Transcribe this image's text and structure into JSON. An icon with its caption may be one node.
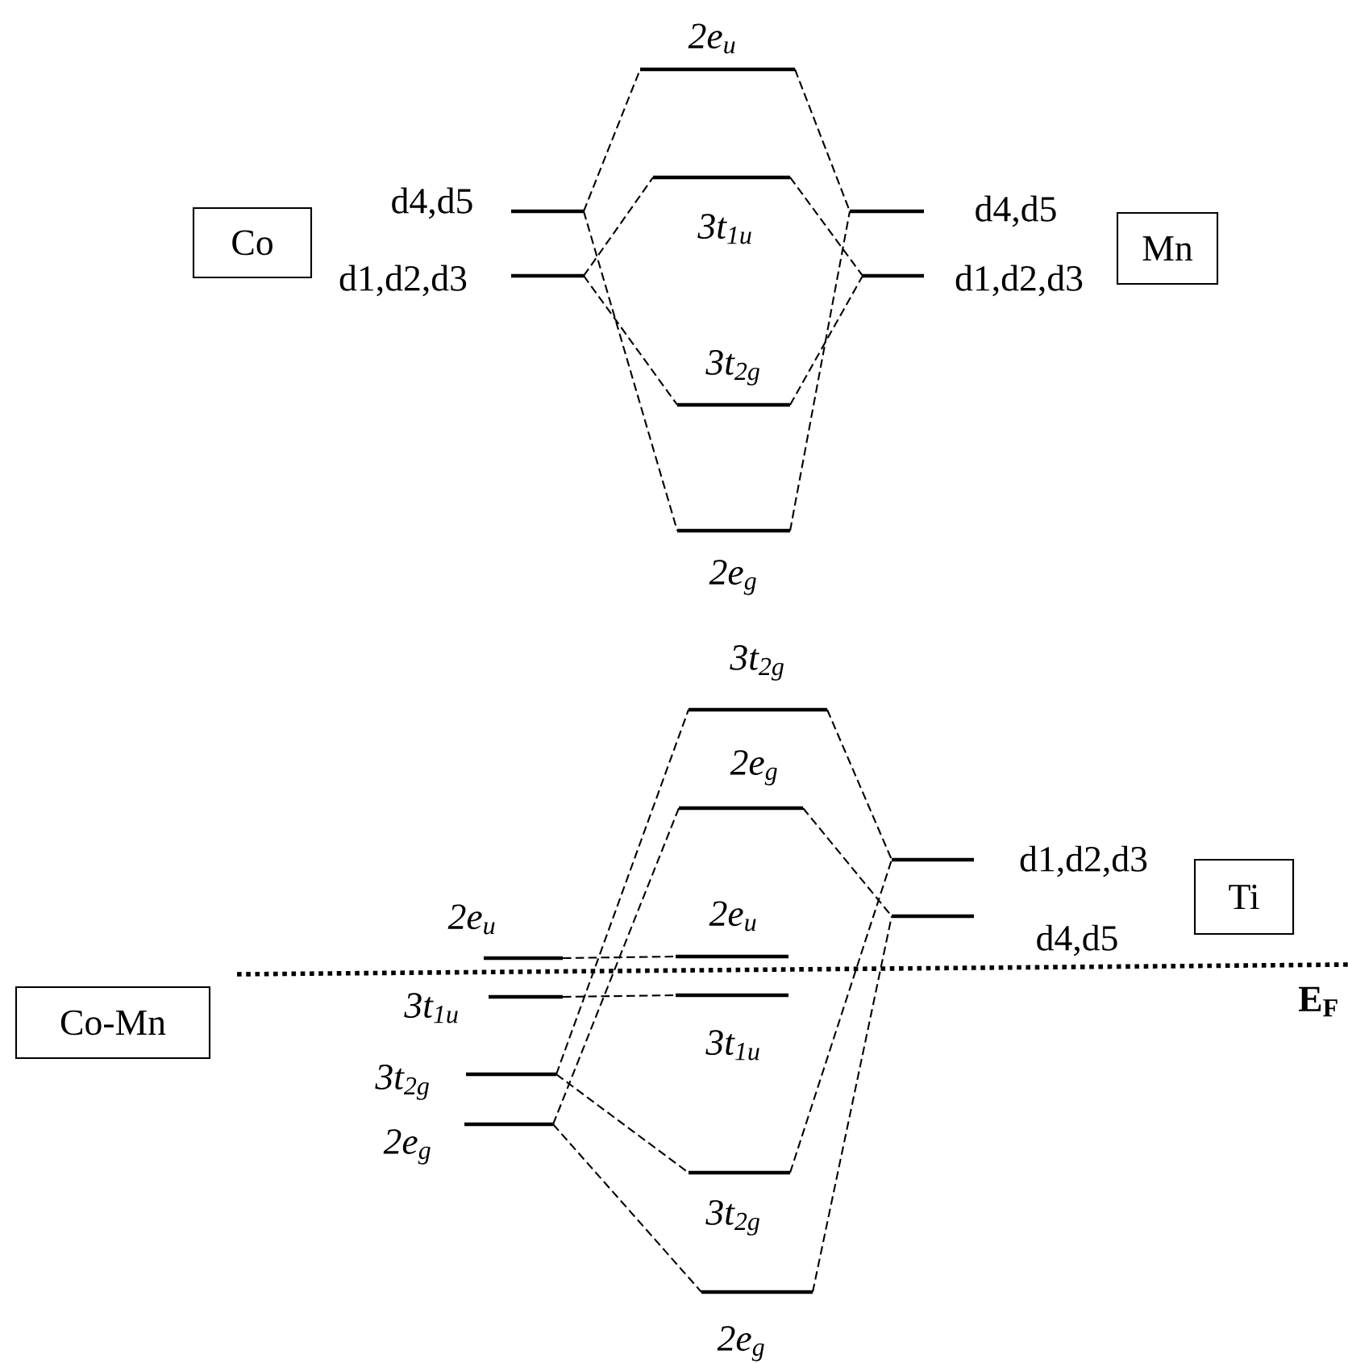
{
  "diagram": {
    "nodes": [
      {
        "text": [
          "2e$_{u}$"
        ]
      },
      {
        "text": [
          "Co"
        ]
      },
      {
        "text": [
          "d4,d5"
        ]
      },
      {
        "text": [
          "d1,d2,d3"
        ]
      },
      {
        "text": [
          "3t$_{1u}$"
        ]
      },
      {
        "text": [
          "d4,d5"
        ]
      },
      {
        "text": [
          "Mn"
        ]
      },
      {
        "text": [
          "d1,d2,d3"
        ]
      },
      {
        "text": [
          "3t$_{2g}$"
        ]
      },
      {
        "text": [
          "2e$_{g}$"
        ]
      },
      {
        "text": [
          "3t$_{2g}$"
        ]
      },
      {
        "text": [
          "2e$_{g}$"
        ]
      },
      {
        "text": [
          "d1,d2,d3"
        ]
      },
      {
        "text": [
          "Ti"
        ]
      },
      {
        "text": [
          "2e$_{u}$"
        ]
      },
      {
        "text": [
          "2e$_{u}$"
        ]
      },
      {
        "text": [
          "d4,d5"
        ]
      },
      {
        "text": [
          "Co-Mn"
        ]
      },
      {
        "text": [
          "3t$_{1u}$"
        ]
      },
      {
        "text": [
          "3t$_{1u}$"
        ]
      },
      {
        "text": [
          "3t$_{2g}$"
        ]
      },
      {
        "text": [
          "2e$_{g}$"
        ]
      },
      {
        "text": [
          "3t$_{2g}$"
        ]
      },
      {
        "text": [
          "2e$_{g}$"
        ]
      }
    ],
    "edges": [
      {
        "from": 2,
        "to": 0,
        "arrow": "none",
        "style": "dashed"
      },
      {
        "from": 2,
        "to": 9,
        "arrow": "none",
        "style": "dashed"
      },
      {
        "from": 3,
        "to": 4,
        "arrow": "none",
        "style": "dashed"
      },
      {
        "from": 3,
        "to": 8,
        "arrow": "none",
        "style": "dashed"
      },
      {
        "from": 0,
        "to": 5,
        "arrow": "none",
        "style": "dashed"
      },
      {
        "from": 9,
        "to": 5,
        "arrow": "none",
        "style": "dashed"
      },
      {
        "from": 4,
        "to": 7,
        "arrow": "none",
        "style": "dashed"
      },
      {
        "from": 8,
        "to": 7,
        "arrow": "none",
        "style": "dashed"
      },
      {
        "from": 14,
        "to": 15,
        "arrow": "none",
        "style": "dashed"
      },
      {
        "from": 18,
        "to": 19,
        "arrow": "none",
        "style": "dashed"
      },
      {
        "from": 20,
        "to": 10,
        "arrow": "none",
        "style": "dashed"
      },
      {
        "from": 20,
        "to": 22,
        "arrow": "none",
        "style": "dashed"
      },
      {
        "from": 21,
        "to": 11,
        "arrow": "none",
        "style": "dashed"
      },
      {
        "from": 21,
        "to": 23,
        "arrow": "none",
        "style": "dashed"
      },
      {
        "from": 10,
        "to": 12,
        "arrow": "none",
        "style": "dashed"
      },
      {
        "from": 11,
        "to": 16,
        "arrow": "none",
        "style": "dashed"
      },
      {
        "from": 22,
        "to": 12,
        "arrow": "none",
        "style": "dashed"
      },
      {
        "from": 23,
        "to": 16,
        "arrow": "none",
        "style": "dashed"
      }
    ],
    "labels": [
      "E$_{F}$"
    ]
  }
}
